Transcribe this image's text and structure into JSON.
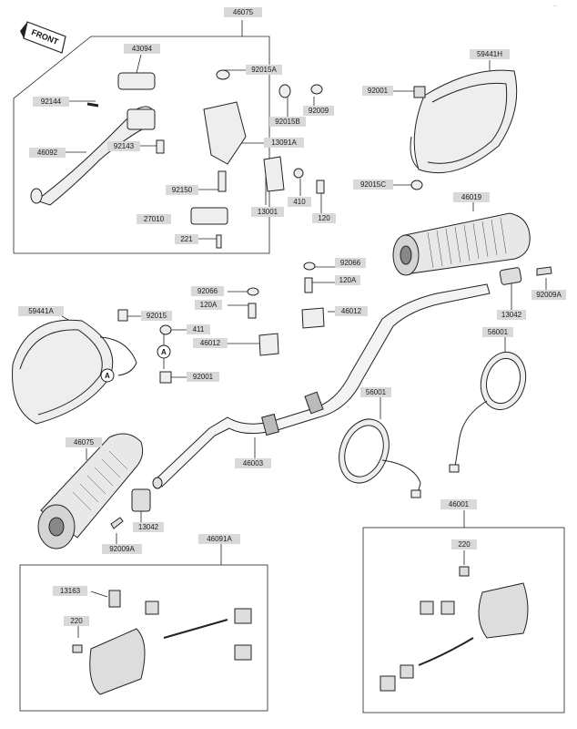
{
  "diagram": {
    "front_tag": "FRONT",
    "corner_mark": "..",
    "callouts": {
      "box_top": "46075",
      "top_sensor": "43094",
      "bolt_top_a": "92015A",
      "spring": "92144",
      "knob_a": "92009",
      "screw_92015b": "92015B",
      "lever_left": "46092",
      "pin_a": "92143",
      "master_cyl": "13091A",
      "bolt_b": "92150",
      "clamp_a": "13001",
      "washer_410": "410",
      "screw_120": "120",
      "cover_27010": "27010",
      "bolt_221": "221",
      "mirror_r_top": "59441H",
      "nut_92001_top": "92001",
      "bolt_92015c": "92015C",
      "grip_right": "46019",
      "washer_92066_r": "92066",
      "bolt_120a_r": "120A",
      "washer_92066_l": "92066",
      "clamp_46012_r": "46012",
      "bolt_120a_l": "120A",
      "mirror_l": "59441A",
      "bolt_92015": "92015",
      "washer_411": "411",
      "clamp_46012_l": "46012",
      "nut_92001_l": "92001",
      "spacer_13042_r": "13042",
      "bolt_92009a": "92009A",
      "mirror_56001_r": "56001",
      "mirror_56001_c": "56001",
      "grip_left": "46075",
      "handlebar": "46003",
      "spacer_13042_l": "13042",
      "bolt_92009a_l": "92009A",
      "switch_l": "46091A",
      "switch_r": "46001",
      "clip_13163": "13163",
      "screw_220_l": "220",
      "screw_220_r": "220",
      "marker_a": "A"
    }
  }
}
